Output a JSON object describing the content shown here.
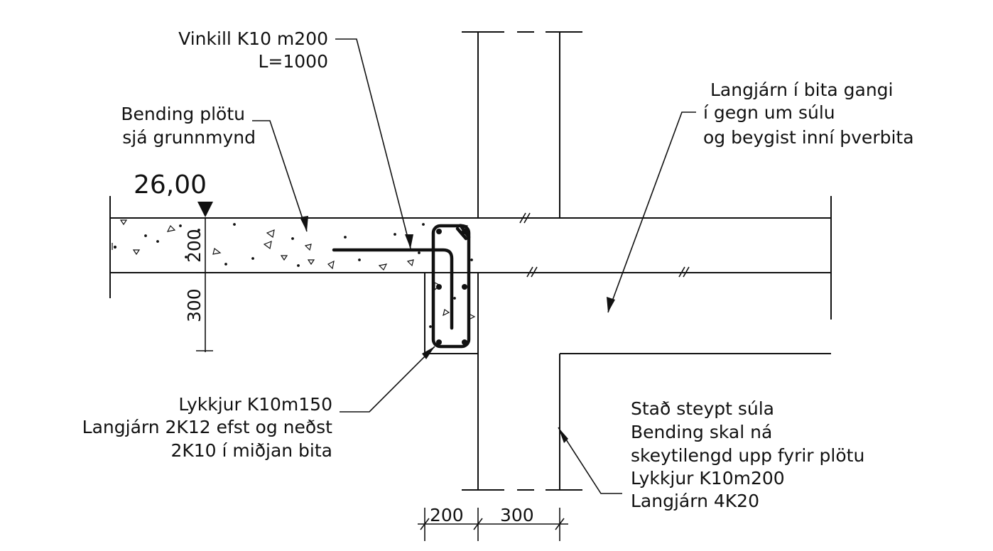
{
  "labels": {
    "vinkill_1": "Vinkill K10 m200",
    "vinkill_2": "L=1000",
    "bending_1": "Bending plötu",
    "bending_2": "sjá grunnmynd",
    "langjarn_bita_1": "Langjárn í bita gangi",
    "langjarn_bita_2": "í gegn um súlu",
    "langjarn_bita_3": "og  beygist inní þverbita",
    "lykkjur_1": "Lykkjur K10m150",
    "lykkjur_2": "Langjárn 2K12 efst og neðst",
    "lykkjur_3": "2K10 í miðjan bita",
    "sula_1": "Stað steypt súla",
    "sula_2": "Bending skal ná",
    "sula_3": "skeytilengd upp fyrir plötu",
    "sula_4": "Lykkjur K10m200",
    "sula_5": "Langjárn 4K20"
  },
  "elevation": "26,00",
  "dimensions": {
    "slab_thickness": "200",
    "beam_depth": "300",
    "beam_width": "200",
    "column_width": "300"
  }
}
